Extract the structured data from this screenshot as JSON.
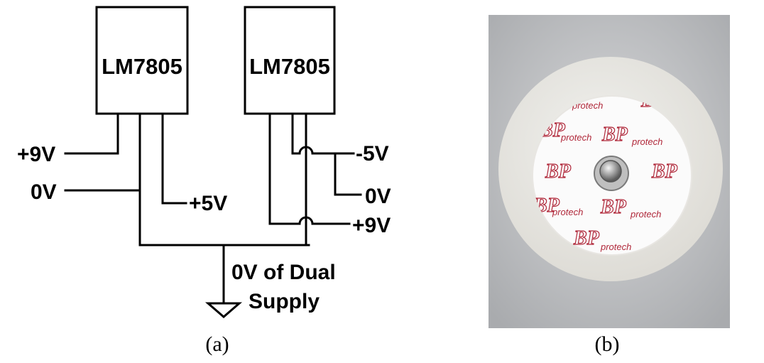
{
  "panel_a": {
    "regulator_left": "LM7805",
    "regulator_right": "LM7805",
    "labels": {
      "left_in_plus9": "+9V",
      "left_in_0v": "0V",
      "left_out_plus5": "+5V",
      "right_out_minus5": "-5V",
      "right_0v": "0V",
      "right_plus9": "+9V",
      "ground_line1": "0V of Dual",
      "ground_line2": "Supply"
    },
    "caption": "(a)"
  },
  "panel_b": {
    "electrode_brand": "protech",
    "caption": "(b)"
  }
}
